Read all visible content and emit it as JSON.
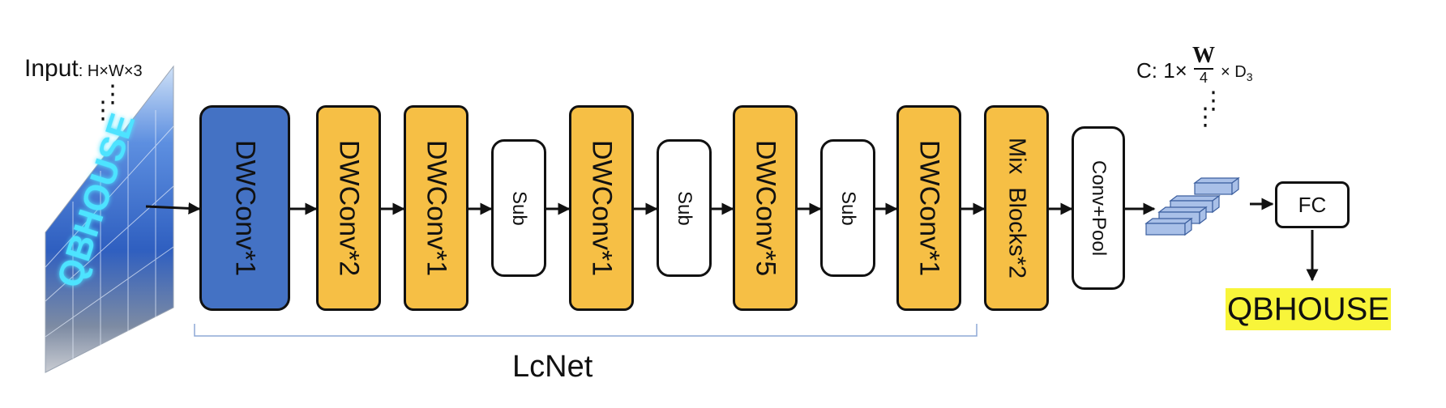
{
  "input": {
    "label": "Input",
    "dims": ": H×W×3",
    "image_text": "QBHOUSE",
    "dots": "⋮"
  },
  "blocks": [
    {
      "text": "DWConv*1"
    },
    {
      "text": "DWConv*2"
    },
    {
      "text": "DWConv*1"
    },
    {
      "text": "Sub"
    },
    {
      "text": "DWConv*1"
    },
    {
      "text": "Sub"
    },
    {
      "text": "DWConv*5"
    },
    {
      "text": "Sub"
    },
    {
      "text": "DWConv*1"
    },
    {
      "text": "Mix  Blocks*2"
    },
    {
      "text": "Conv+Pool"
    }
  ],
  "group_label": "LcNet",
  "feature": {
    "prefix": "C: 1×",
    "numerator": "W",
    "denominator": "4",
    "suffix": "× D",
    "subscript": "3",
    "dots": "⋮"
  },
  "fc_label": "FC",
  "output_label": "QBHOUSE",
  "colors": {
    "blue_block": "#4472c4",
    "orange_block": "#f6bf45",
    "output_highlight": "#f8f53a",
    "bracket": "#8ea9d6",
    "feature_cube": "#a9c0e8"
  }
}
